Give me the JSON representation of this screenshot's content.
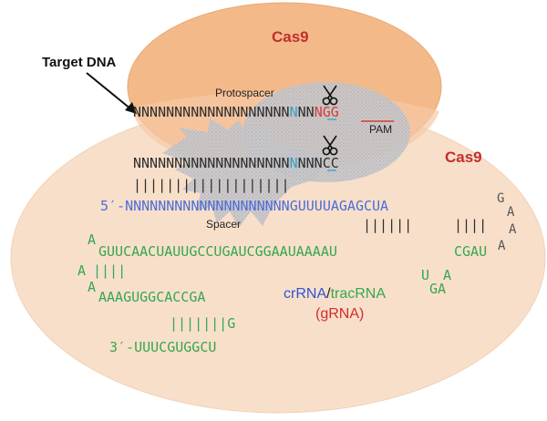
{
  "labels": {
    "cas9_top": "Cas9",
    "cas9_right": "Cas9",
    "target_dna": "Target DNA",
    "protospacer": "Protospacer",
    "pam": "PAM",
    "spacer": "Spacer",
    "crrna": "crRNA",
    "slash": "/",
    "tracrrna": "tracRNA",
    "grna": "(gRNA)"
  },
  "sequences": {
    "target_top_main": "NNNNNNNNNNNNNNNNNNN",
    "target_top_cut": "N",
    "target_top_gap": "NN",
    "target_top_pam": "NGG",
    "target_bottom_main": "NNNNNNNNNNNNNNNNNNN",
    "target_bottom_cut": "N",
    "target_bottom_tail": "NNNCC",
    "pairing_dna": "|||||||||||||||||||",
    "grna_5prime": "5′-NNNNNNNNNNNNNNNNNNNNGUUUUAGAGCUA",
    "loop_G": "G",
    "loop_A1": "A",
    "loop_A2": "A",
    "loop_A3": "A",
    "pair_right1": "||||||",
    "pair_right2": "||||",
    "tracr_top_A": "A",
    "tracr_line1": "GUUCAACUAUUGCCUGAUCGGAAUAAAAU",
    "tracr_cgau": "CGAU",
    "tracr_left_A": "A",
    "tracr_pair_left": "||||",
    "tracr_line2_A": "A",
    "tracr_line2": "AAAGUGGCACCGA",
    "loop2_U": "U",
    "loop2_A": "A",
    "loop2_GA": "GA",
    "pair_bottom": "|||||||G",
    "tracr_3prime": "3′-UUUCGUGGCU"
  },
  "colors": {
    "cas9_label": "#c0302e",
    "ellipse_fill": "#f7dcc4",
    "top_ellipse_fill": "#f3b582",
    "dna_text": "#2d2d2d",
    "spacer_blue": "#4d6dd8",
    "cut_cyan": "#35a0c8",
    "pam_red": "#d23c3c",
    "tracr_green": "#35a84f",
    "crrna_blue": "#2f55d4",
    "grna_red": "#d52b2b"
  },
  "icons": [
    "scissors-icon",
    "scissors-icon"
  ]
}
